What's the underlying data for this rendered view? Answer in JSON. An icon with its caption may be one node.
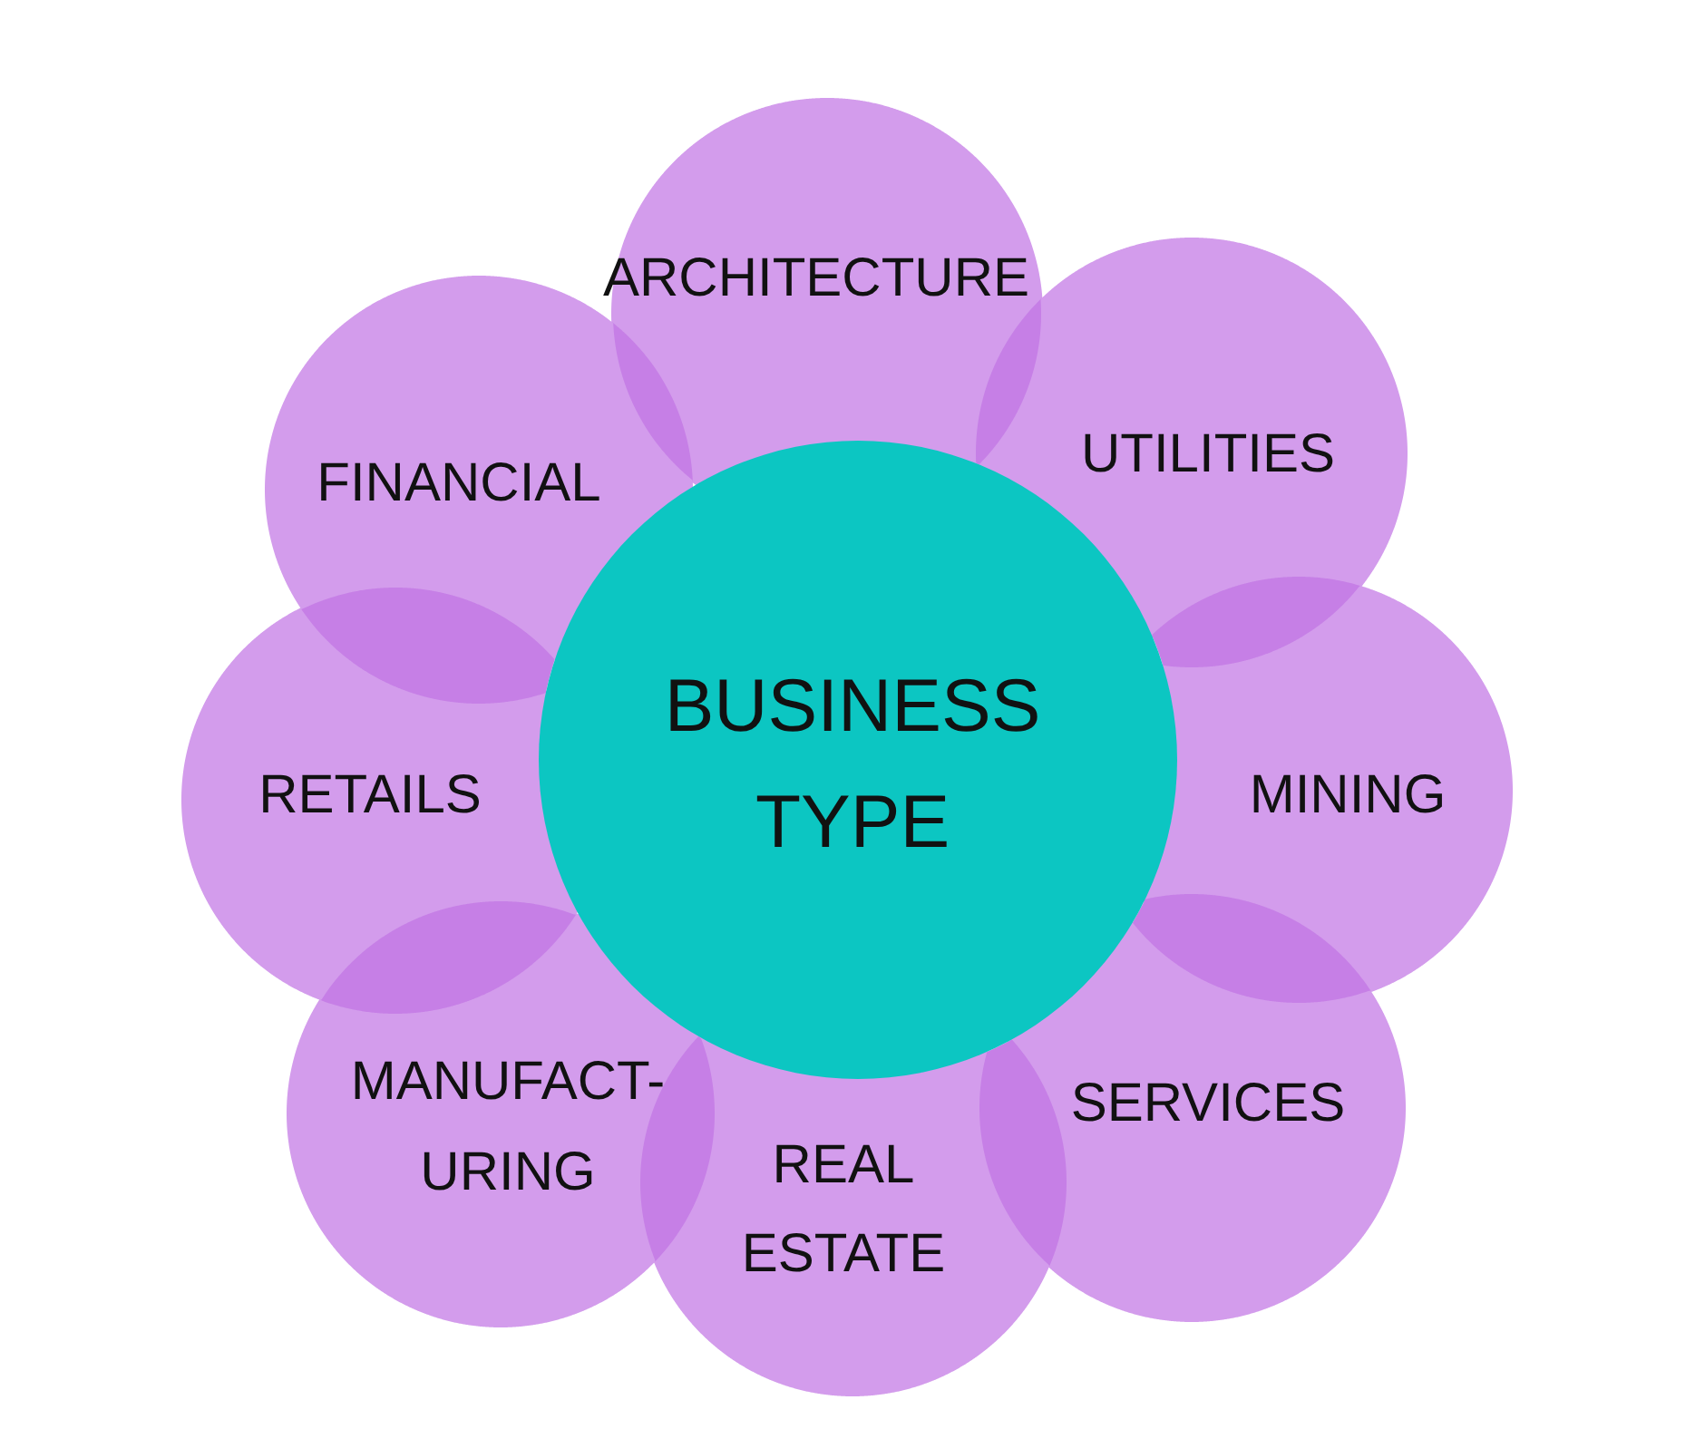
{
  "diagram": {
    "nodes": [
      {
        "text": [
          "BUSINESS TYPE"
        ]
      },
      {
        "text": [
          "ARCHITECTURE"
        ]
      },
      {
        "text": [
          "UTILITIES"
        ]
      },
      {
        "text": [
          "MINING"
        ]
      },
      {
        "text": [
          "SERVICES"
        ]
      },
      {
        "text": [
          "REAL ESTATE"
        ]
      },
      {
        "text": [
          "MANUFACT- URING"
        ]
      },
      {
        "text": [
          "RETAILS"
        ]
      },
      {
        "text": [
          "FINANCIAL"
        ]
      }
    ]
  }
}
